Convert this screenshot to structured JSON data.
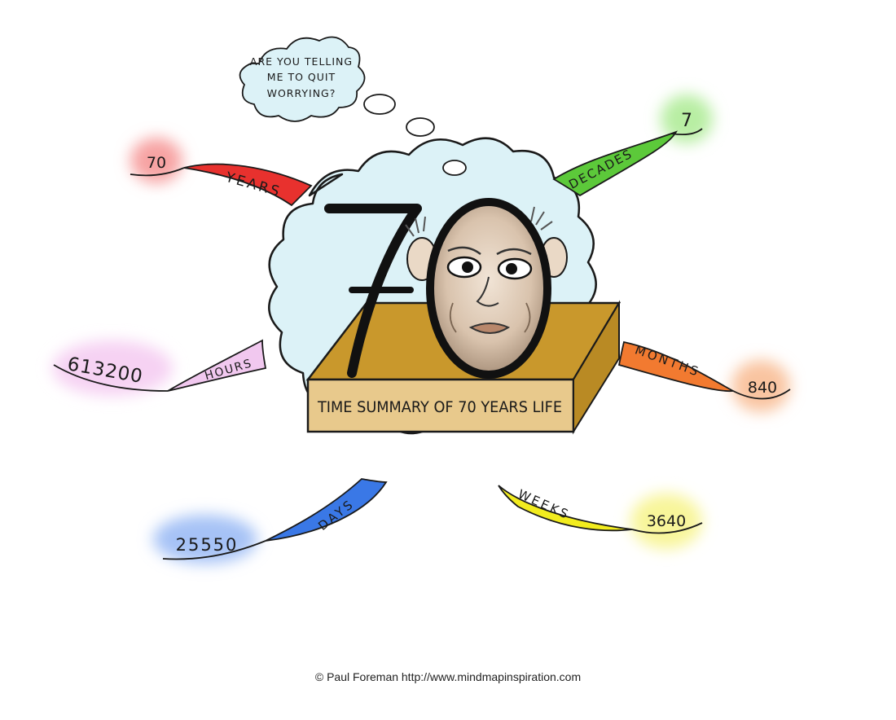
{
  "center": {
    "big_number": "70",
    "box_label": "TIME SUMMARY OF 70 YEARS LIFE"
  },
  "thought": {
    "line1": "ARE YOU TELLING",
    "line2": "ME TO QUIT",
    "line3": "WORRYING?"
  },
  "branches": [
    {
      "label": "YEARS",
      "value": "70",
      "color": "#e8312e",
      "glow": "#f7a3a3"
    },
    {
      "label": "DECADES",
      "value": "7",
      "color": "#5cc93a",
      "glow": "#b8eea3"
    },
    {
      "label": "MONTHS",
      "value": "840",
      "color": "#f27a30",
      "glow": "#f9c4a0"
    },
    {
      "label": "WEEKS",
      "value": "3640",
      "color": "#f2ec1e",
      "glow": "#f8f59a"
    },
    {
      "label": "DAYS",
      "value": "25550",
      "color": "#3a78e6",
      "glow": "#a6c2f6"
    },
    {
      "label": "HOURS",
      "value": "613200",
      "color": "#f1c8ef",
      "glow": "#f6d2f3"
    }
  ],
  "credit": "© Paul Foreman http://www.mindmapinspiration.com",
  "colors": {
    "cloud": "#dcf2f7",
    "box_top": "#c9982c",
    "box_front": "#e8c98c",
    "ink": "#1a1a1a"
  }
}
